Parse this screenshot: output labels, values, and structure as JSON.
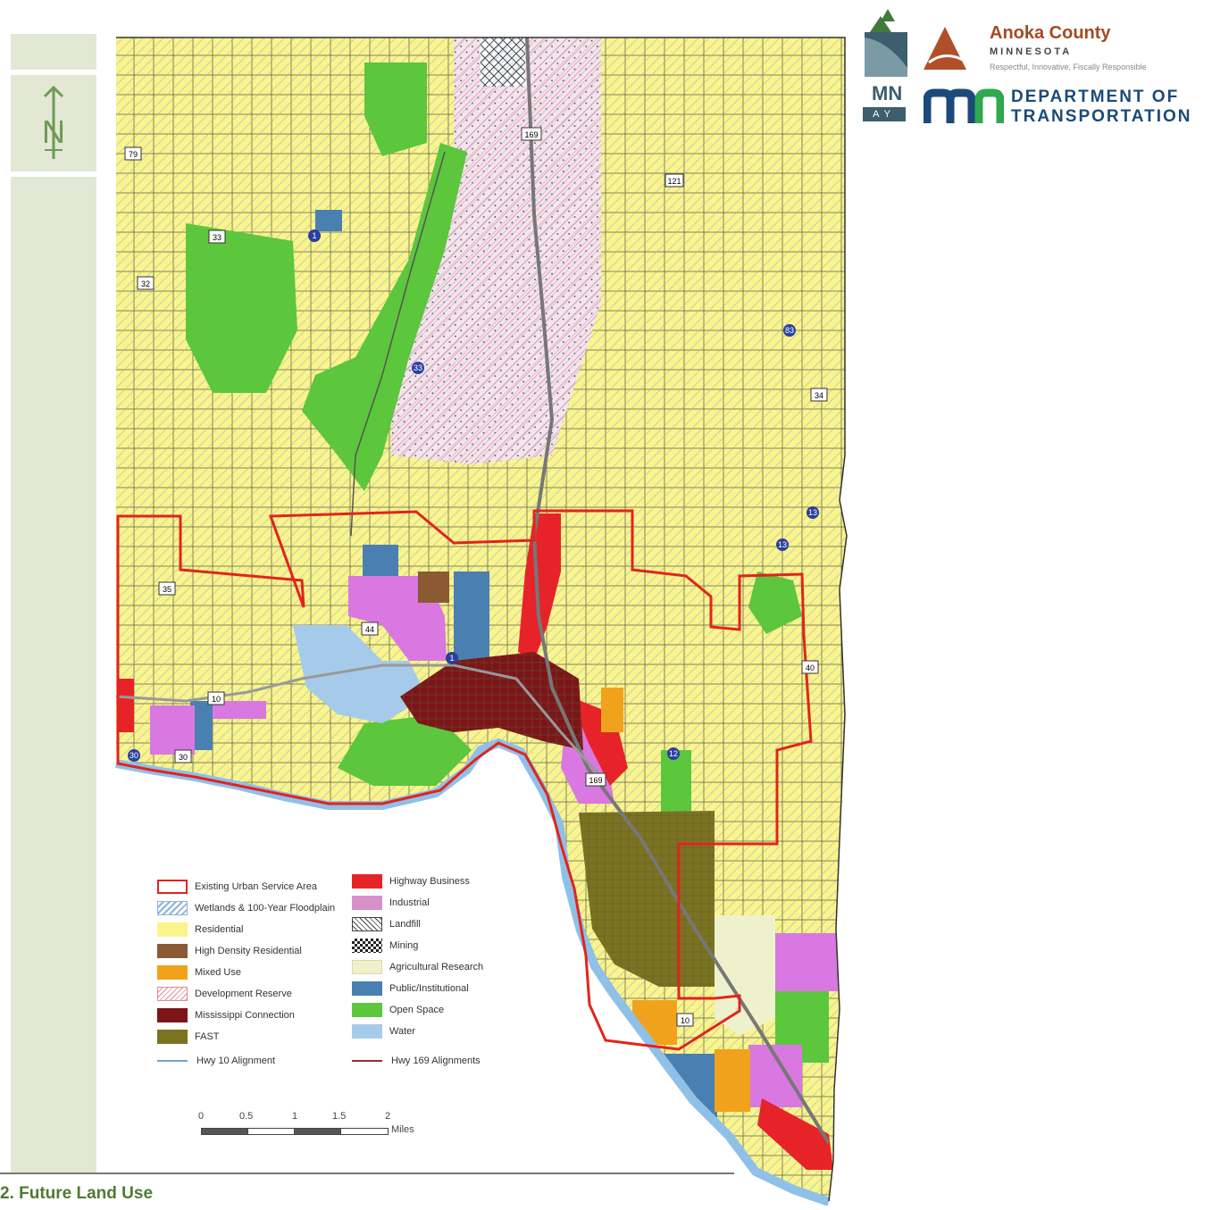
{
  "north": {
    "letter": "N"
  },
  "logos": {
    "anoka_name": "Anoka County",
    "anoka_state": "MINNESOTA",
    "anoka_tagline": "Respectful, Innovative, Fiscally Responsible",
    "mndot_line1": "DEPARTMENT OF",
    "mndot_line2": "TRANSPORTATION",
    "mn_small": "MN",
    "ay_small": "AY"
  },
  "colors": {
    "residential": "#fbf48a",
    "urban_boundary": "#e2241d",
    "open_space": "#5cc63d",
    "public": "#4a7fb2",
    "water": "#a6cbea",
    "industrial": "#d978e0",
    "highway_business": "#e7232a",
    "mississippi": "#7d1518",
    "fast": "#7c7320",
    "mixed_use": "#f1a21c",
    "ag_research": "#eef2cc",
    "dev_reserve_bg": "#f7e4ea",
    "high_density": "#8a5a35"
  },
  "roads": [
    {
      "label": "79"
    },
    {
      "label": "33"
    },
    {
      "label": "32"
    },
    {
      "label": "169"
    },
    {
      "label": "121"
    },
    {
      "label": "1"
    },
    {
      "label": "33"
    },
    {
      "label": "83"
    },
    {
      "label": "34"
    },
    {
      "label": "13"
    },
    {
      "label": "13"
    },
    {
      "label": "35"
    },
    {
      "label": "44"
    },
    {
      "label": "1"
    },
    {
      "label": "10"
    },
    {
      "label": "40"
    },
    {
      "label": "30"
    },
    {
      "label": "30"
    },
    {
      "label": "12"
    },
    {
      "label": "169"
    },
    {
      "label": "10"
    }
  ],
  "legend": {
    "items": [
      {
        "label": "Existing Urban Service Area",
        "style": "outline-red"
      },
      {
        "label": "Wetlands & 100-Year Floodplain",
        "style": "hatch-blue"
      },
      {
        "label": "Residential",
        "style": "residential"
      },
      {
        "label": "High Density Residential",
        "style": "high_density"
      },
      {
        "label": "Mixed Use",
        "style": "mixed_use"
      },
      {
        "label": "Development Reserve",
        "style": "hatch-red"
      },
      {
        "label": "Mississippi Connection",
        "style": "mississippi"
      },
      {
        "label": "FAST",
        "style": "fast"
      },
      {
        "label": "Highway Business",
        "style": "highway_business"
      },
      {
        "label": "Industrial",
        "style": "industrial"
      },
      {
        "label": "Landfill",
        "style": "crosshatch"
      },
      {
        "label": "Mining",
        "style": "mining"
      },
      {
        "label": "Agricultural Research",
        "style": "ag_research"
      },
      {
        "label": "Public/Institutional",
        "style": "public"
      },
      {
        "label": "Open Space",
        "style": "open_space"
      },
      {
        "label": "Water",
        "style": "water"
      }
    ],
    "lines": [
      {
        "label": "Hwy 10 Alignment",
        "color": "#6fa5cf"
      },
      {
        "label": "Hwy 169 Alignments",
        "color": "#9b2a3a"
      }
    ]
  },
  "scale": {
    "ticks": [
      "0",
      "0.5",
      "1",
      "1.5",
      "2"
    ],
    "units": "Miles"
  },
  "caption": "2. Future Land Use"
}
